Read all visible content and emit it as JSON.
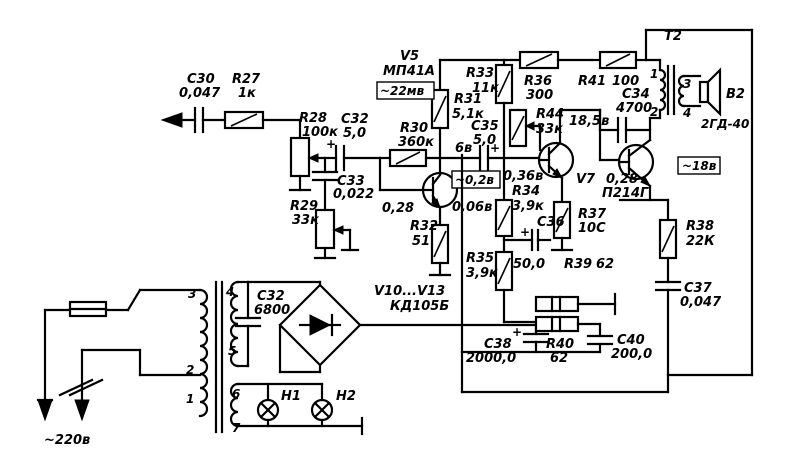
{
  "components": {
    "C30": {
      "ref": "C30",
      "value": "0,047"
    },
    "R27": {
      "ref": "R27",
      "value": "1к"
    },
    "R28": {
      "ref": "R28",
      "value": "100к"
    },
    "C32": {
      "ref": "C32",
      "value": "5,0"
    },
    "C33": {
      "ref": "C33",
      "value": "0,022"
    },
    "R29": {
      "ref": "R29",
      "value": "33к"
    },
    "V5": {
      "ref": "V5",
      "value": "МП41А"
    },
    "R30": {
      "ref": "R30",
      "value": "360к"
    },
    "R31": {
      "ref": "R31",
      "value": "5,1к"
    },
    "R32": {
      "ref": "R32",
      "value": "51"
    },
    "R33": {
      "ref": "R33",
      "value": "11к"
    },
    "C35": {
      "ref": "C35",
      "value": "5,0"
    },
    "R36": {
      "ref": "R36",
      "value": "300"
    },
    "R44": {
      "ref": "R44",
      "value": "33к"
    },
    "R41": {
      "ref": "R41",
      "value": "100"
    },
    "C34": {
      "ref": "C34",
      "value": "4700"
    },
    "T2": {
      "ref": "T2"
    },
    "B2": {
      "ref": "B2",
      "value": "2ГД-40"
    },
    "R34": {
      "ref": "R34",
      "value": "3,9к"
    },
    "C36": {
      "ref": "C36",
      "value": "50,0"
    },
    "R35": {
      "ref": "R35",
      "value": "3,9к"
    },
    "R37": {
      "ref": "R37",
      "value": "10С"
    },
    "R39": {
      "ref": "R39",
      "value": "62"
    },
    "V7": {
      "ref": "V7",
      "value": "П214Г"
    },
    "R38": {
      "ref": "R38",
      "value": "22К"
    },
    "C37": {
      "ref": "C37",
      "value": "0,047"
    },
    "C32b": {
      "ref": "C32",
      "value": "6800"
    },
    "bridge": {
      "ref": "V10...V13",
      "value": "КД105Б"
    },
    "C38": {
      "ref": "C38",
      "value": "2000,0"
    },
    "R40": {
      "ref": "R40",
      "value": "62"
    },
    "C40": {
      "ref": "C40",
      "value": "200,0"
    },
    "H1": {
      "ref": "H1"
    },
    "H2": {
      "ref": "H2"
    }
  },
  "readings": {
    "v5_signal": "~22мв",
    "v5_collector": "6в",
    "v5_base": "0,28",
    "v5_emitter": "0,06в",
    "sig_mid": "~0,2в",
    "vt_emitter": "0,36в",
    "v7_collector": "18,5в",
    "v7_base": "0,28",
    "out_signal": "~18в"
  },
  "transformer": {
    "pins": [
      "1",
      "2",
      "3",
      "4",
      "5",
      "6",
      "7"
    ],
    "t2_pins": [
      "1",
      "2",
      "3",
      "4"
    ]
  },
  "mains": {
    "label": "~220в"
  },
  "polarity": {
    "plus": "+"
  }
}
